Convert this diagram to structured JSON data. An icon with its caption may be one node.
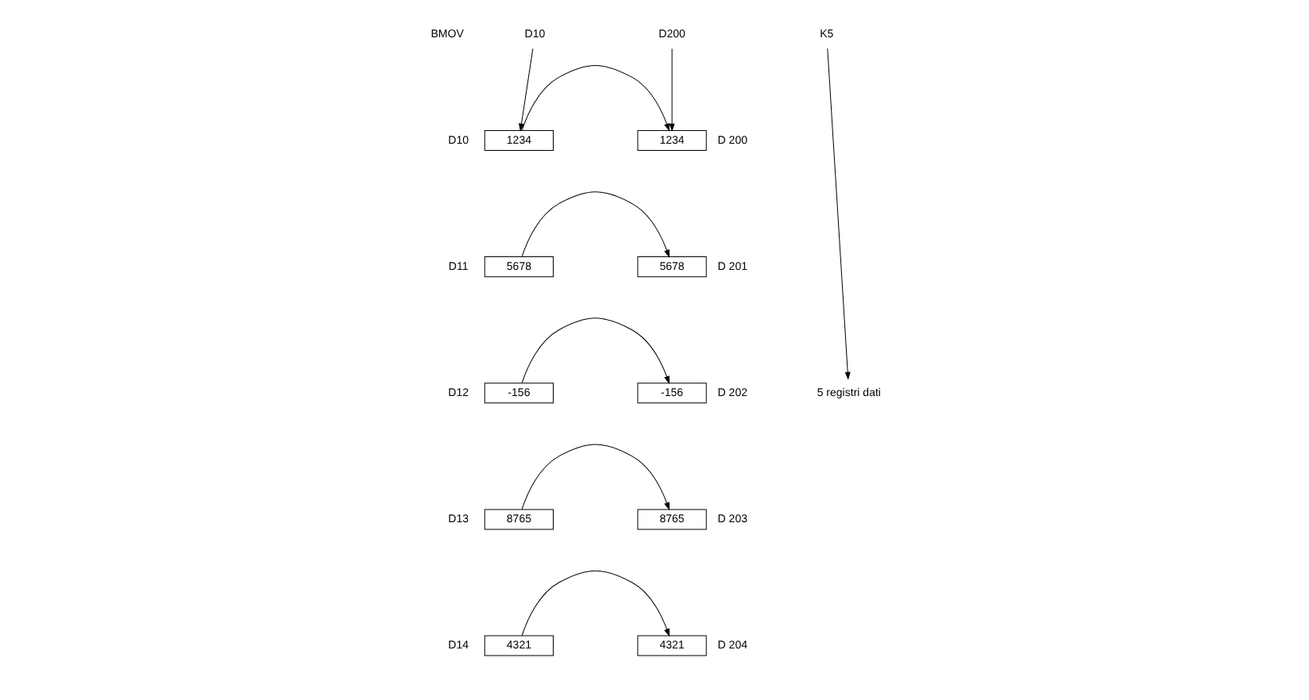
{
  "diagram": {
    "nodes": [
      {
        "text": [
          "D10"
        ]
      },
      {
        "text": [
          "D200"
        ]
      },
      {
        "text": [
          "K5"
        ]
      },
      {
        "text": [
          "1234"
        ],
        "beside": [
          "D10"
        ]
      },
      {
        "text": [
          "5678"
        ],
        "beside": [
          "D11"
        ]
      },
      {
        "text": [
          "-156"
        ],
        "beside": [
          "D12"
        ]
      },
      {
        "text": [
          "8765"
        ],
        "beside": [
          "D13"
        ]
      },
      {
        "text": [
          "4321"
        ],
        "beside": [
          "D14"
        ]
      },
      {
        "text": [
          "1234"
        ],
        "beside": [
          "D 200"
        ]
      },
      {
        "text": [
          "5678"
        ],
        "beside": [
          "D 201"
        ]
      },
      {
        "text": [
          "-156"
        ],
        "beside": [
          "D 202"
        ]
      },
      {
        "text": [
          "8765"
        ],
        "beside": [
          "D 203"
        ]
      },
      {
        "text": [
          "4321"
        ],
        "beside": [
          "D 204"
        ]
      },
      {
        "text": [
          "5 registri dati"
        ]
      }
    ],
    "edges": [
      {
        "from": 0,
        "to": 3,
        "arrow": "to"
      },
      {
        "from": 1,
        "to": 8,
        "arrow": "to"
      },
      {
        "from": 2,
        "to": 13,
        "arrow": "to"
      },
      {
        "from": 3,
        "to": 8,
        "arrow": "to"
      },
      {
        "from": 4,
        "to": 9,
        "arrow": "to"
      },
      {
        "from": 5,
        "to": 10,
        "arrow": "to"
      },
      {
        "from": 6,
        "to": 11,
        "arrow": "to"
      },
      {
        "from": 7,
        "to": 12,
        "arrow": "to"
      }
    ],
    "labels": [
      "BMOV"
    ]
  }
}
